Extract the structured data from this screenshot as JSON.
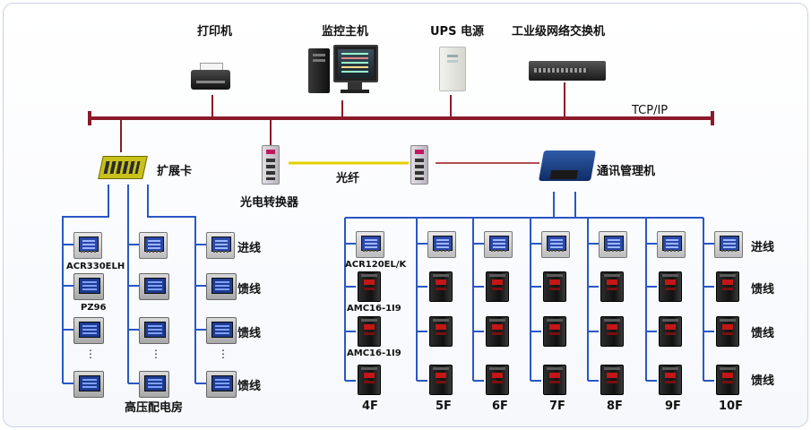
{
  "top_devices": {
    "printer": "打印机",
    "host": "监控主机",
    "ups": "UPS 电源",
    "switch": "工业级网络交换机"
  },
  "bus_label": "TCP/IP",
  "middle": {
    "expansion_card": "扩展卡",
    "converter": "光电转换器",
    "fiber": "光纤",
    "comm_manager": "通讯管理机"
  },
  "left_group": {
    "model_acr": "ACR330ELH",
    "model_pz": "PZ96",
    "dots": "⋮",
    "room": "高压配电房",
    "line_in": "进线",
    "feeder": "馈线"
  },
  "right_group": {
    "model_acr": "ACR120EL/K",
    "model_amc_1": "AMC16-1I9",
    "model_amc_2": "AMC16-1I9",
    "line_in": "进线",
    "feeder": "馈线",
    "floors": [
      "4F",
      "5F",
      "6F",
      "7F",
      "8F",
      "9F",
      "10F"
    ]
  },
  "colors": {
    "bus": "#8b1a2a",
    "wire": "#2a57c4",
    "fiber": "#e5d000",
    "link": "#b05050"
  },
  "icons": [
    "printer-icon",
    "computer-icon",
    "ups-icon",
    "network-switch-icon",
    "expansion-card-icon",
    "converter-icon",
    "comm-manager-icon",
    "meter-icon",
    "amc-meter-icon"
  ]
}
